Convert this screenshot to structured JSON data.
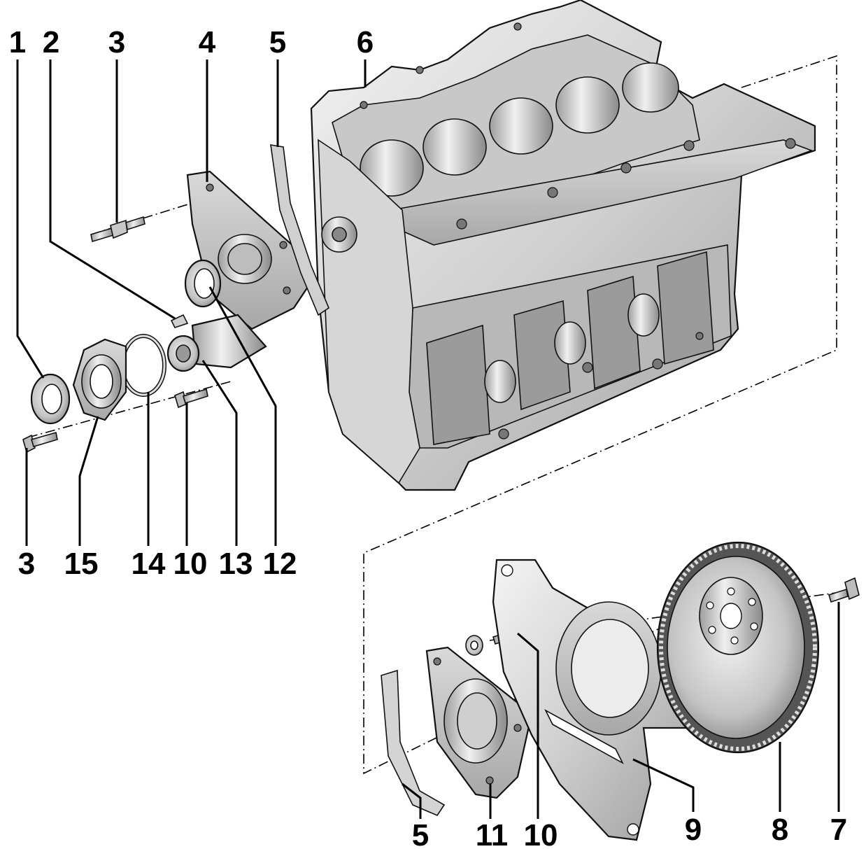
{
  "callouts": {
    "c1": "1",
    "c2": "2",
    "c3_top": "3",
    "c4": "4",
    "c5_top": "5",
    "c6": "6",
    "c3_bottom": "3",
    "c15": "15",
    "c14": "14",
    "c10_left": "10",
    "c13": "13",
    "c12": "12",
    "c5_bottom": "5",
    "c11": "11",
    "c10_bottom": "10",
    "c9": "9",
    "c8": "8",
    "c7": "7"
  },
  "colors": {
    "background": "#ffffff",
    "ink": "#000000",
    "metal_light": "#e6e6e6",
    "metal_mid": "#bdbdbd",
    "metal_dark": "#8a8a8a"
  }
}
